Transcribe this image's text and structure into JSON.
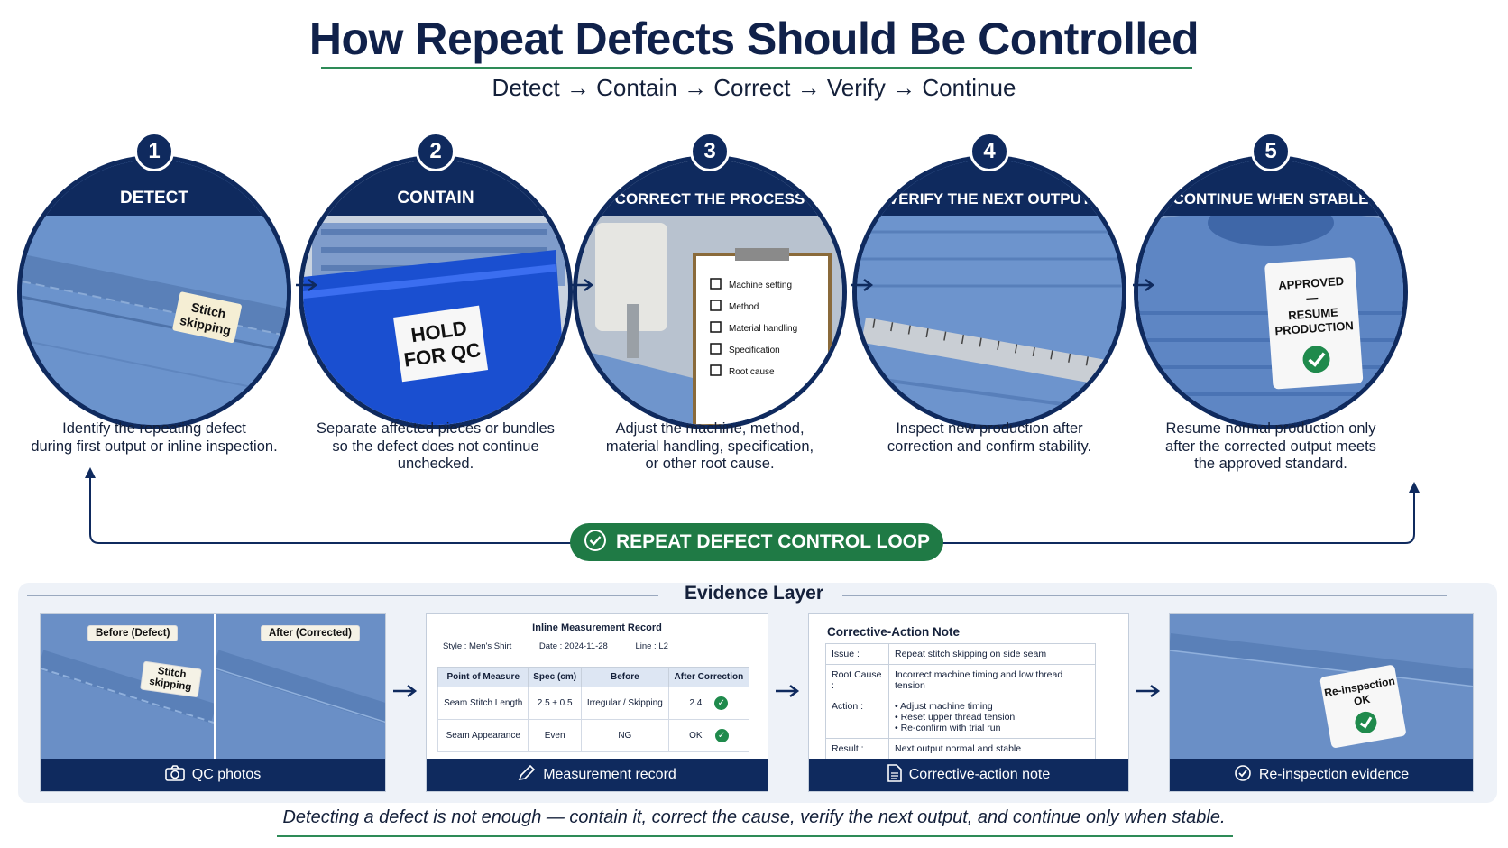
{
  "title": "How Repeat Defects Should Be Controlled",
  "subtitle": "Detect → Contain → Correct → Verify → Continue",
  "steps": [
    {
      "number": "1",
      "heading": "DETECT",
      "tag": "Stitch skipping",
      "desc_lines": [
        "Identify the repeating defect",
        "during first output or inline inspection."
      ]
    },
    {
      "number": "2",
      "heading": "CONTAIN",
      "tag": "HOLD FOR QC",
      "desc_lines": [
        "Separate affected pieces or bundles",
        "so the defect does not continue",
        "unchecked."
      ]
    },
    {
      "number": "3",
      "heading": "CORRECT THE PROCESS",
      "checklist": [
        "Machine setting",
        "Method",
        "Material handling",
        "Specification",
        "Root cause"
      ],
      "desc_lines": [
        "Adjust the machine, method,",
        "material handling, specification,",
        "or other root cause."
      ]
    },
    {
      "number": "4",
      "heading": "VERIFY THE NEXT OUTPUT",
      "desc_lines": [
        "Inspect new production after",
        "correction and confirm stability."
      ]
    },
    {
      "number": "5",
      "heading": "CONTINUE WHEN STABLE",
      "tag_lines": [
        "APPROVED",
        "—",
        "RESUME",
        "PRODUCTION"
      ],
      "desc_lines": [
        "Resume normal production only",
        "after the corrected output meets",
        "the approved standard."
      ]
    }
  ],
  "loop_label": "REPEAT DEFECT CONTROL LOOP",
  "evidence": {
    "title": "Evidence Layer",
    "photos": {
      "before_label": "Before (Defect)",
      "after_label": "After (Corrected)",
      "defect_tag_lines": [
        "Stitch",
        "skipping"
      ],
      "footer": "QC photos"
    },
    "record": {
      "title": "Inline Measurement Record",
      "meta": [
        {
          "k": "Style :",
          "v": "Men's Shirt"
        },
        {
          "k": "Date :",
          "v": "2024-11-28"
        },
        {
          "k": "Line :",
          "v": "L2"
        }
      ],
      "headers": [
        "Point of Measure",
        "Spec (cm)",
        "Before",
        "After Correction"
      ],
      "rows": [
        {
          "point": "Seam Stitch Length",
          "spec": "2.5 ± 0.5",
          "before": "Irregular / Skipping",
          "after": "2.4"
        },
        {
          "point": "Seam Appearance",
          "spec": "Even",
          "before": "NG",
          "after": "OK"
        }
      ],
      "footer": "Measurement record"
    },
    "note": {
      "title": "Corrective-Action Note",
      "issue_k": "Issue :",
      "issue_v": "Repeat stitch skipping on side seam",
      "root_k": "Root Cause :",
      "root_v": "Incorrect machine timing and low thread tension",
      "action_k": "Action :",
      "actions": [
        "Adjust machine timing",
        "Reset upper thread tension",
        "Re-confirm with trial run"
      ],
      "result_k": "Result :",
      "result_v": "Next output normal and stable",
      "footer": "Corrective-action note"
    },
    "reinspect": {
      "tag_lines": [
        "Re-inspection",
        "OK"
      ],
      "footer": "Re-inspection evidence"
    }
  },
  "footer_text": "Detecting a defect is not enough — contain it, correct the cause, verify the next output, and continue only when stable.",
  "colors": {
    "navy": "#0f2a5e",
    "green": "#1f7a45",
    "fabric": "#6f95cc"
  }
}
